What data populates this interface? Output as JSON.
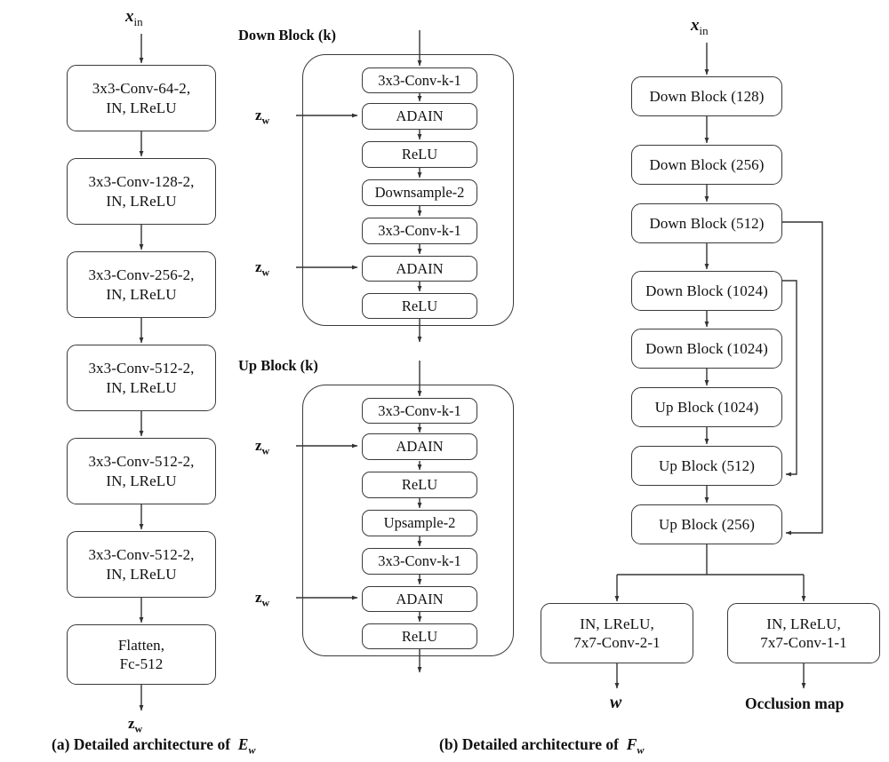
{
  "figure": {
    "panel_a": {
      "input_label": "x",
      "input_sub": "in",
      "output_label": "z",
      "output_sub": "w",
      "caption_prefix": "(a) Detailed architecture of",
      "caption_symbol": "E",
      "caption_symbol_sub": "w",
      "blocks": [
        {
          "line1": "3x3-Conv-64-2,",
          "line2": "IN, LReLU"
        },
        {
          "line1": "3x3-Conv-128-2,",
          "line2": "IN, LReLU"
        },
        {
          "line1": "3x3-Conv-256-2,",
          "line2": "IN, LReLU"
        },
        {
          "line1": "3x3-Conv-512-2,",
          "line2": "IN, LReLU"
        },
        {
          "line1": "3x3-Conv-512-2,",
          "line2": "IN, LReLU"
        },
        {
          "line1": "3x3-Conv-512-2,",
          "line2": "IN, LReLU"
        },
        {
          "line1": "Flatten,",
          "line2": "Fc-512"
        }
      ]
    },
    "panel_mid": {
      "down_block": {
        "title": "Down Block (k)",
        "zw_label": "z",
        "zw_sub": "w",
        "layers": [
          "3x3-Conv-k-1",
          "ADAIN",
          "ReLU",
          "Downsample-2",
          "3x3-Conv-k-1",
          "ADAIN",
          "ReLU"
        ]
      },
      "up_block": {
        "title": "Up Block (k)",
        "zw_label": "z",
        "zw_sub": "w",
        "layers": [
          "3x3-Conv-k-1",
          "ADAIN",
          "ReLU",
          "Upsample-2",
          "3x3-Conv-k-1",
          "ADAIN",
          "ReLU"
        ]
      }
    },
    "panel_b": {
      "input_label": "x",
      "input_sub": "in",
      "caption_prefix": "(b) Detailed architecture of",
      "caption_symbol": "F",
      "caption_symbol_sub": "w",
      "blocks": [
        "Down Block (128)",
        "Down Block (256)",
        "Down Block (512)",
        "Down Block (1024)",
        "Down Block (1024)",
        "Up Block (1024)",
        "Up Block (512)",
        "Up Block (256)"
      ],
      "heads": [
        {
          "line1": "IN, LReLU,",
          "line2": "7x7-Conv-2-1"
        },
        {
          "line1": "IN, LReLU,",
          "line2": "7x7-Conv-1-1"
        }
      ],
      "outputs": [
        {
          "text": "w",
          "style": "italic-bold"
        },
        {
          "text": "Occlusion map",
          "style": "bold"
        }
      ],
      "skip_connections": [
        {
          "from": "Down Block (512)",
          "to": "Up Block (256)"
        },
        {
          "from": "Down Block (1024)",
          "to": "Up Block (512)"
        }
      ]
    }
  },
  "colors": {
    "stroke": "#3a3a3a",
    "background": "#ffffff",
    "text": "#111111"
  }
}
